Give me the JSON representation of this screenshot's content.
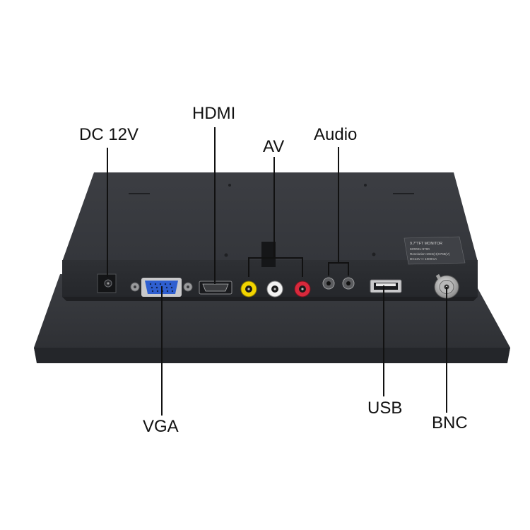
{
  "callouts": {
    "dc": "DC 12V",
    "hdmi": "HDMI",
    "av": "AV",
    "audio": "Audio",
    "vga": "VGA",
    "usb": "USB",
    "bnc": "BNC"
  },
  "sticker": {
    "line1": "9.7\"TFT MONITOR",
    "line2": "MODEL:9700",
    "line3": "Resolution:1024(H)X768(V)",
    "line4": "DC12V ⎓ 1000mA"
  },
  "colors": {
    "body": "#3a3c41",
    "body_dark": "#2a2c30",
    "vga_port": "#2f5fd0",
    "rca_yellow": "#f2d400",
    "rca_white": "#f2f2f2",
    "rca_red": "#d8293c",
    "leader_line": "#111111"
  }
}
